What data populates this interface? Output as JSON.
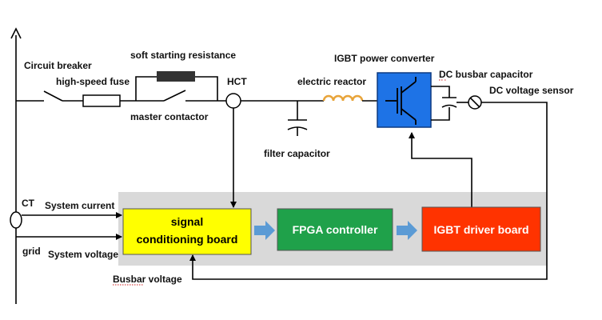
{
  "labels": {
    "circuit_breaker": "Circuit breaker",
    "high_speed_fuse": "high-speed fuse",
    "soft_starting_resistance": "soft starting resistance",
    "master_contactor": "master contactor",
    "hct": "HCT",
    "electric_reactor": "electric reactor",
    "filter_capacitor": "filter capacitor",
    "igbt_power_converter": "IGBT power converter",
    "dc_busbar_capacitor": "DC busbar capacitor",
    "dc_voltage_sensor": "DC voltage sensor",
    "ct": "CT",
    "system_current": "System current",
    "grid": "grid",
    "system_voltage": "System voltage",
    "busbar_voltage": "Busbar voltage"
  },
  "blocks": {
    "signal_conditioning": {
      "line1": "signal",
      "line2": "conditioning board",
      "color": "#ffff00"
    },
    "fpga_controller": {
      "label": "FPGA controller",
      "color": "#1fa14a"
    },
    "igbt_driver_board": {
      "label": "IGBT driver board",
      "color": "#ff3300"
    }
  },
  "colors": {
    "control_panel": "#d9d9d9",
    "converter_block": "#1e73e6",
    "flow_arrow": "#5b9bd5",
    "reactor_coil": "#e8a43a"
  }
}
